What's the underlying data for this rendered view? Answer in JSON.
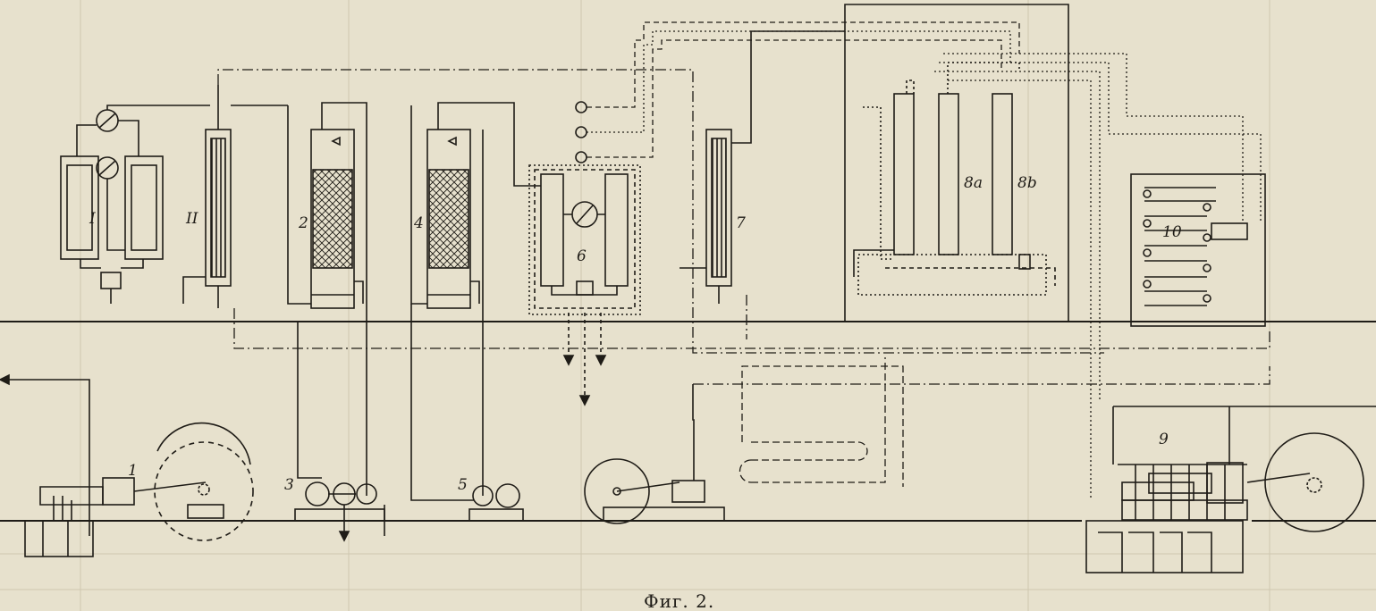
{
  "caption": "Фиг. 2.",
  "labels": {
    "u1": "I",
    "u2": "II",
    "n1": "1",
    "n2": "2",
    "n3": "3",
    "n4": "4",
    "n5": "5",
    "n6": "6",
    "n7": "7",
    "n8a": "8a",
    "n8b": "8b",
    "n9": "9",
    "n10": "10"
  },
  "colors": {
    "paper": "#e7e1cd",
    "ink": "#1f1c17"
  }
}
